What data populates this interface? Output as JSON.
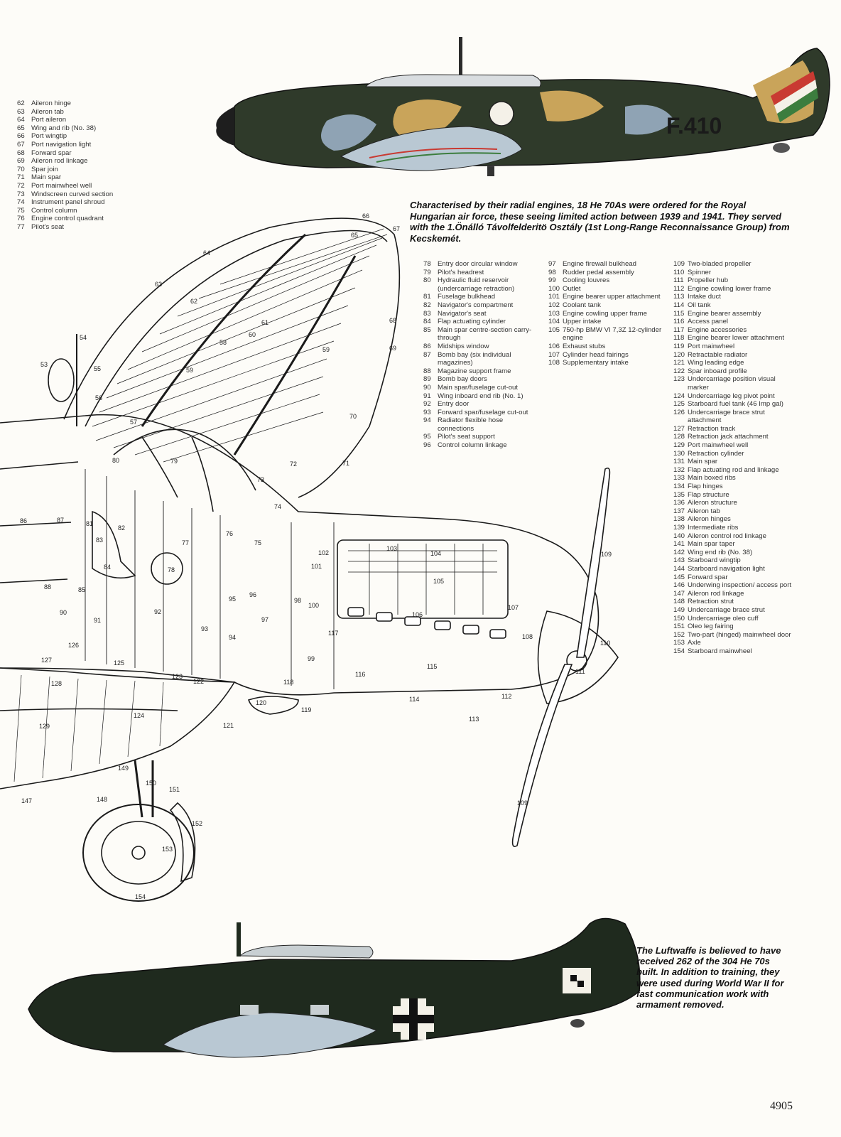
{
  "legend_left": [
    {
      "n": "62",
      "t": "Aileron hinge"
    },
    {
      "n": "63",
      "t": "Aileron tab"
    },
    {
      "n": "64",
      "t": "Port aileron"
    },
    {
      "n": "65",
      "t": "Wing and rib (No. 38)"
    },
    {
      "n": "66",
      "t": "Port wingtip"
    },
    {
      "n": "67",
      "t": "Port navigation light"
    },
    {
      "n": "68",
      "t": "Forward spar"
    },
    {
      "n": "69",
      "t": "Aileron rod linkage"
    },
    {
      "n": "70",
      "t": "Spar join"
    },
    {
      "n": "71",
      "t": "Main spar"
    },
    {
      "n": "72",
      "t": "Port mainwheel well"
    },
    {
      "n": "73",
      "t": "Windscreen curved section"
    },
    {
      "n": "74",
      "t": "Instrument panel shroud"
    },
    {
      "n": "75",
      "t": "Control column"
    },
    {
      "n": "76",
      "t": "Engine control quadrant"
    },
    {
      "n": "77",
      "t": "Pilot's seat"
    }
  ],
  "legend_col1": [
    {
      "n": "78",
      "t": "Entry door circular window"
    },
    {
      "n": "79",
      "t": "Pilot's headrest"
    },
    {
      "n": "80",
      "t": "Hydraulic fluid reservoir (undercarriage retraction)"
    },
    {
      "n": "81",
      "t": "Fuselage bulkhead"
    },
    {
      "n": "82",
      "t": "Navigator's compartment"
    },
    {
      "n": "83",
      "t": "Navigator's seat"
    },
    {
      "n": "84",
      "t": "Flap actuating cylinder"
    },
    {
      "n": "85",
      "t": "Main spar centre-section carry-through"
    },
    {
      "n": "86",
      "t": "Midships window"
    },
    {
      "n": "87",
      "t": "Bomb bay (six individual magazines)"
    },
    {
      "n": "88",
      "t": "Magazine support frame"
    },
    {
      "n": "89",
      "t": "Bomb bay doors"
    },
    {
      "n": "90",
      "t": "Main spar/fuselage cut-out"
    },
    {
      "n": "91",
      "t": "Wing inboard end rib (No. 1)"
    },
    {
      "n": "92",
      "t": "Entry door"
    },
    {
      "n": "93",
      "t": "Forward spar/fuselage cut-out"
    },
    {
      "n": "94",
      "t": "Radiator flexible hose connections"
    },
    {
      "n": "95",
      "t": "Pilot's seat support"
    },
    {
      "n": "96",
      "t": "Control column linkage"
    }
  ],
  "legend_col2": [
    {
      "n": "97",
      "t": "Engine firewall bulkhead"
    },
    {
      "n": "98",
      "t": "Rudder pedal assembly"
    },
    {
      "n": "99",
      "t": "Cooling louvres"
    },
    {
      "n": "100",
      "t": "Outlet"
    },
    {
      "n": "101",
      "t": "Engine bearer upper attachment"
    },
    {
      "n": "102",
      "t": "Coolant tank"
    },
    {
      "n": "103",
      "t": "Engine cowling upper frame"
    },
    {
      "n": "104",
      "t": "Upper intake"
    },
    {
      "n": "105",
      "t": "750-hp BMW VI 7,3Z 12-cylinder engine"
    },
    {
      "n": "106",
      "t": "Exhaust stubs"
    },
    {
      "n": "107",
      "t": "Cylinder head fairings"
    },
    {
      "n": "108",
      "t": "Supplementary intake"
    }
  ],
  "legend_col3": [
    {
      "n": "109",
      "t": "Two-bladed propeller"
    },
    {
      "n": "110",
      "t": "Spinner"
    },
    {
      "n": "111",
      "t": "Propeller hub"
    },
    {
      "n": "112",
      "t": "Engine cowling lower frame"
    },
    {
      "n": "113",
      "t": "Intake duct"
    },
    {
      "n": "114",
      "t": "Oil tank"
    },
    {
      "n": "115",
      "t": "Engine bearer assembly"
    },
    {
      "n": "116",
      "t": "Access panel"
    },
    {
      "n": "117",
      "t": "Engine accessories"
    },
    {
      "n": "118",
      "t": "Engine bearer lower attachment"
    },
    {
      "n": "119",
      "t": "Port mainwheel"
    },
    {
      "n": "120",
      "t": "Retractable radiator"
    },
    {
      "n": "121",
      "t": "Wing leading edge"
    },
    {
      "n": "122",
      "t": "Spar inboard profile"
    },
    {
      "n": "123",
      "t": "Undercarriage position visual marker"
    },
    {
      "n": "124",
      "t": "Undercarriage leg pivot point"
    },
    {
      "n": "125",
      "t": "Starboard fuel tank (46 Imp gal)"
    },
    {
      "n": "126",
      "t": "Undercarriage brace strut attachment"
    },
    {
      "n": "127",
      "t": "Retraction track"
    },
    {
      "n": "128",
      "t": "Retraction jack attachment"
    },
    {
      "n": "129",
      "t": "Port mainwheel well"
    },
    {
      "n": "130",
      "t": "Retraction cylinder"
    },
    {
      "n": "131",
      "t": "Main spar"
    },
    {
      "n": "132",
      "t": "Flap actuating rod and linkage"
    },
    {
      "n": "133",
      "t": "Main boxed ribs"
    },
    {
      "n": "134",
      "t": "Flap hinges"
    },
    {
      "n": "135",
      "t": "Flap structure"
    },
    {
      "n": "136",
      "t": "Aileron structure"
    },
    {
      "n": "137",
      "t": "Aileron tab"
    },
    {
      "n": "138",
      "t": "Aileron hinges"
    },
    {
      "n": "139",
      "t": "Intermediate ribs"
    },
    {
      "n": "140",
      "t": "Aileron control rod linkage"
    },
    {
      "n": "141",
      "t": "Main spar taper"
    },
    {
      "n": "142",
      "t": "Wing end rib (No. 38)"
    },
    {
      "n": "143",
      "t": "Starboard wingtip"
    },
    {
      "n": "144",
      "t": "Starboard navigation light"
    },
    {
      "n": "145",
      "t": "Forward spar"
    },
    {
      "n": "146",
      "t": "Underwing inspection/ access port"
    },
    {
      "n": "147",
      "t": "Aileron rod linkage"
    },
    {
      "n": "148",
      "t": "Retraction strut"
    },
    {
      "n": "149",
      "t": "Undercarriage brace strut"
    },
    {
      "n": "150",
      "t": "Undercarriage oleo cuff"
    },
    {
      "n": "151",
      "t": "Oleo leg fairing"
    },
    {
      "n": "152",
      "t": "Two-part (hinged) mainwheel door"
    },
    {
      "n": "153",
      "t": "Axle"
    },
    {
      "n": "154",
      "t": "Starboard mainwheel"
    }
  ],
  "caption_top": "Characterised by their radial engines, 18 He 70As were ordered for the Royal Hungarian air force, these seeing limited action between 1939 and 1941. They served with the 1.Önálló Távolfelderitö Osztály (1st Long-Range Reconnaissance Group) from Kecskemét.",
  "caption_bottom": "The Luftwaffe is believed to have received 262 of the 304 He 70s built. In addition to training, they were used during World War II for fast communication work with armament removed.",
  "aircraft_code": "F.410",
  "page_number": "4905",
  "callouts": [
    "53",
    "55",
    "56",
    "57",
    "58",
    "59",
    "60",
    "61",
    "62",
    "63",
    "64",
    "65",
    "66",
    "67",
    "68",
    "69",
    "70",
    "71",
    "72",
    "73",
    "74",
    "75",
    "76",
    "77",
    "78",
    "79",
    "80",
    "81",
    "82",
    "83",
    "84",
    "85",
    "86",
    "87",
    "88",
    "90",
    "91",
    "92",
    "93",
    "94",
    "95",
    "96",
    "97",
    "98",
    "99",
    "100",
    "101",
    "102",
    "103",
    "104",
    "105",
    "106",
    "107",
    "108",
    "109",
    "110",
    "111",
    "112",
    "113",
    "114",
    "115",
    "116",
    "117",
    "118",
    "119",
    "120",
    "121",
    "122",
    "123",
    "124",
    "125",
    "126",
    "127",
    "128",
    "129",
    "147",
    "148",
    "149",
    "150",
    "151",
    "152",
    "153",
    "154"
  ],
  "colors": {
    "camo_green": "#2f3a2a",
    "camo_tan": "#c9a45a",
    "camo_blue": "#8fa3b4",
    "dark_green": "#1f2a1e",
    "underside": "#b9c8d3"
  }
}
